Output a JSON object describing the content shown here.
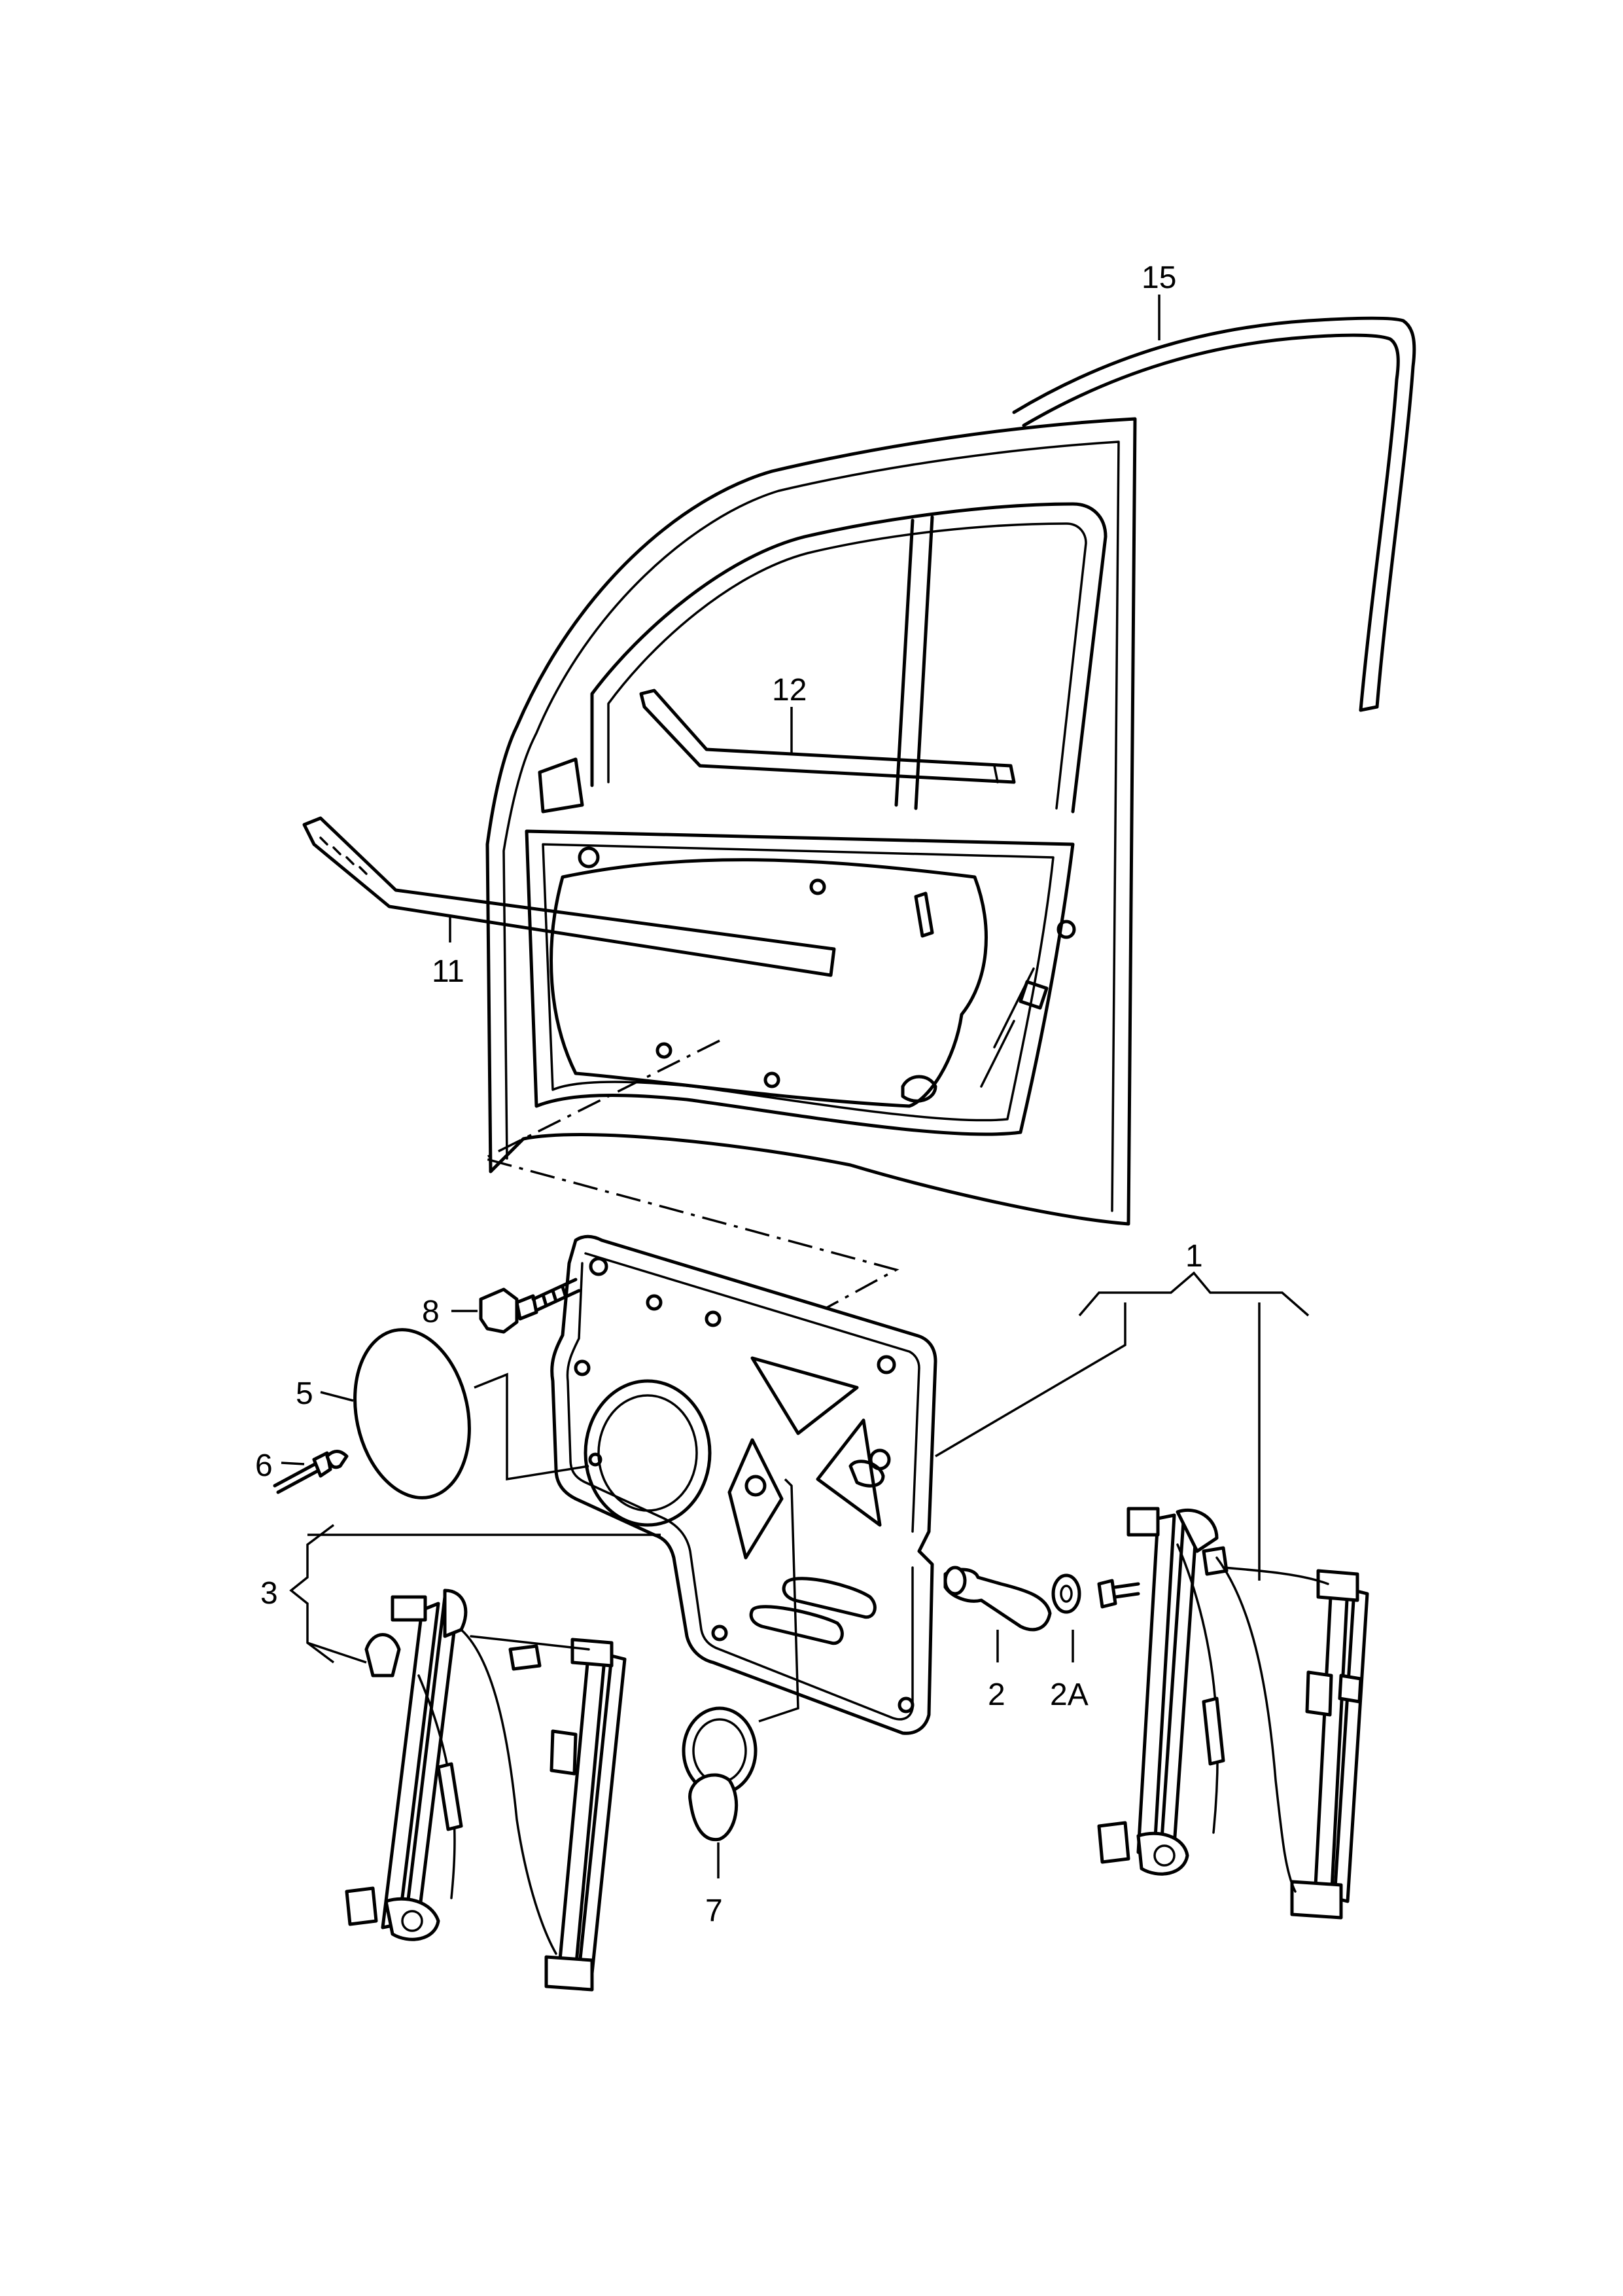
{
  "callouts": {
    "c1": "1",
    "c2": "2",
    "c2a": "2A",
    "c3": "3",
    "c5": "5",
    "c6": "6",
    "c7": "7",
    "c8": "8",
    "c11": "11",
    "c12": "12",
    "c15": "15"
  }
}
